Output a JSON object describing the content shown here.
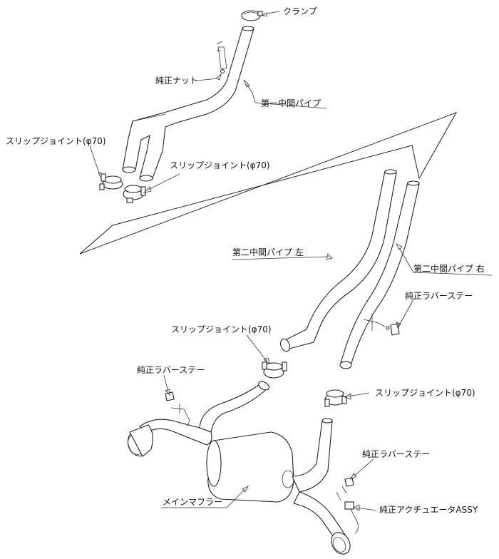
{
  "labels": {
    "clamp": "クランプ",
    "oem_nut": "純正ナット",
    "first_mid_pipe": "第一中間パイプ",
    "slip_joint_1": "スリップジョイント(φ70)",
    "slip_joint_2": "スリップジョイント(φ70)",
    "second_mid_pipe_left": "第二中間パイプ 左",
    "second_mid_pipe_right": "第二中間パイプ 右",
    "oem_rubber_stay_1": "純正ラバーステー",
    "slip_joint_3": "スリップジョイント(φ70)",
    "oem_rubber_stay_2": "純正ラバーステー",
    "slip_joint_4": "スリップジョイント(φ70)",
    "oem_rubber_stay_3": "純正ラバーステー",
    "main_muffler": "メインマフラー",
    "oem_actuator": "純正アクチュエータASSY"
  }
}
